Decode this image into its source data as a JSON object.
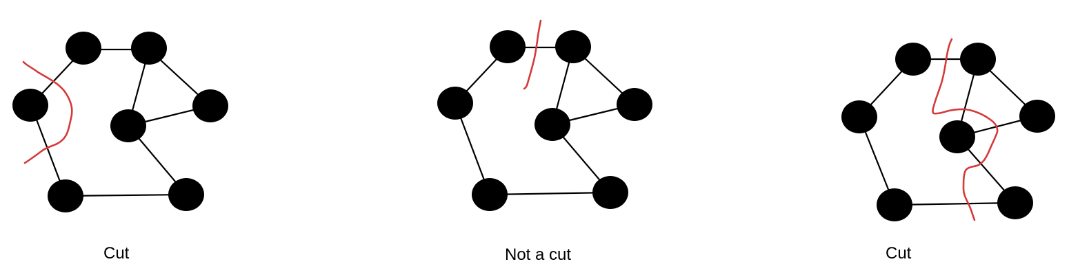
{
  "colors": {
    "graph": "#000000",
    "cut_line": "#d43a3a",
    "background": "#ffffff"
  },
  "panels": [
    {
      "caption": "Cut"
    },
    {
      "caption": "Not a cut"
    },
    {
      "caption": "Cut"
    }
  ]
}
